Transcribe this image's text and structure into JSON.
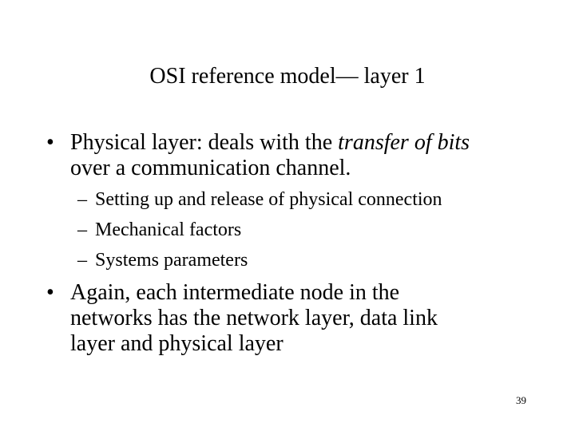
{
  "slide": {
    "title": "OSI reference model— layer 1",
    "bullets": [
      {
        "marker": "•",
        "text_before": "Physical layer: deals with the ",
        "text_emphasis": "transfer of bits",
        "text_line2": "over a communication channel."
      },
      {
        "marker": "•",
        "lines": [
          "Again, each intermediate node in the",
          "networks has the network layer, data link",
          "layer and physical layer"
        ]
      }
    ],
    "sub_bullets": [
      {
        "marker": "–",
        "text": "Setting up and release of physical connection"
      },
      {
        "marker": "–",
        "text": "Mechanical factors"
      },
      {
        "marker": "–",
        "text": "Systems parameters"
      }
    ],
    "page_number": "39"
  }
}
